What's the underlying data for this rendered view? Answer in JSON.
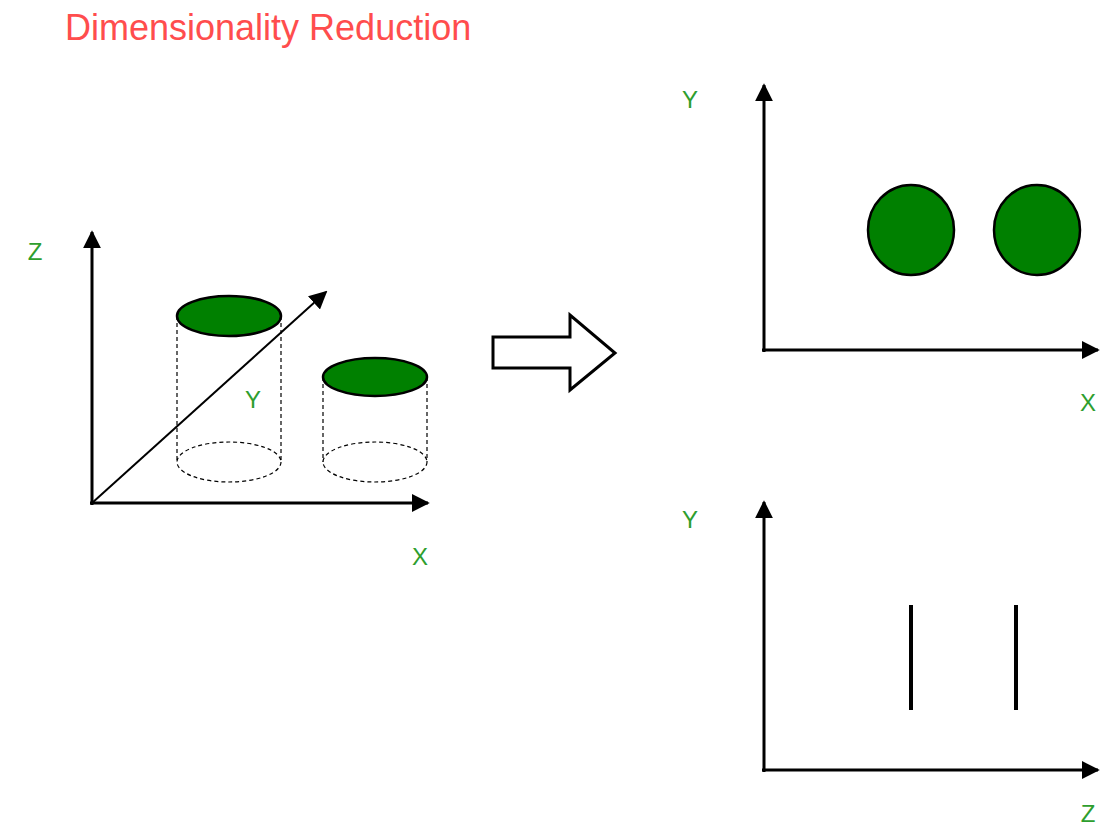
{
  "diagram": {
    "title": "Dimensionality Reduction",
    "labels": [
      "Z",
      "Y",
      "X",
      "Y",
      "X",
      "Y",
      "Z"
    ]
  }
}
